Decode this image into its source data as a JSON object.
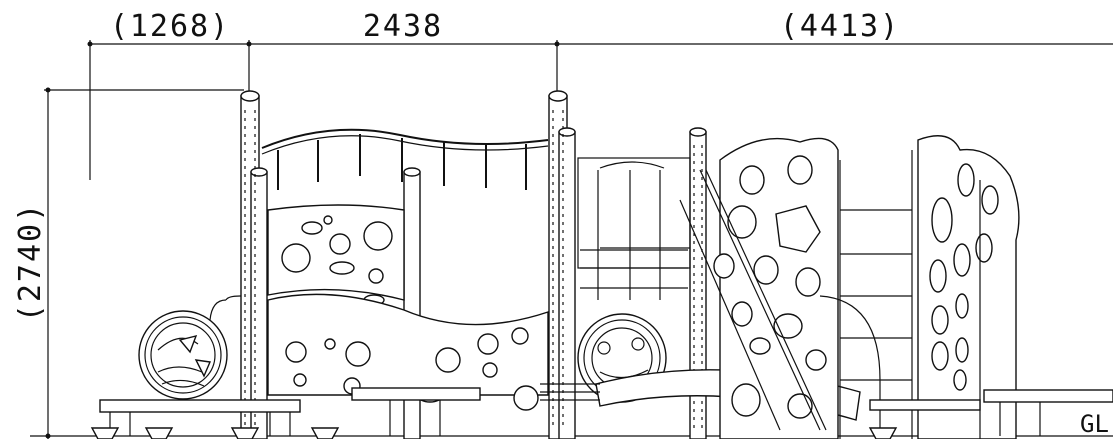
{
  "dimensions": {
    "top": [
      {
        "label": "(1268)"
      },
      {
        "label": "2438"
      },
      {
        "label": "(4413)"
      }
    ],
    "left": {
      "label": "(2740)"
    }
  },
  "ground_label": "GL",
  "colors": {
    "line": "#111111",
    "background": "#ffffff"
  }
}
